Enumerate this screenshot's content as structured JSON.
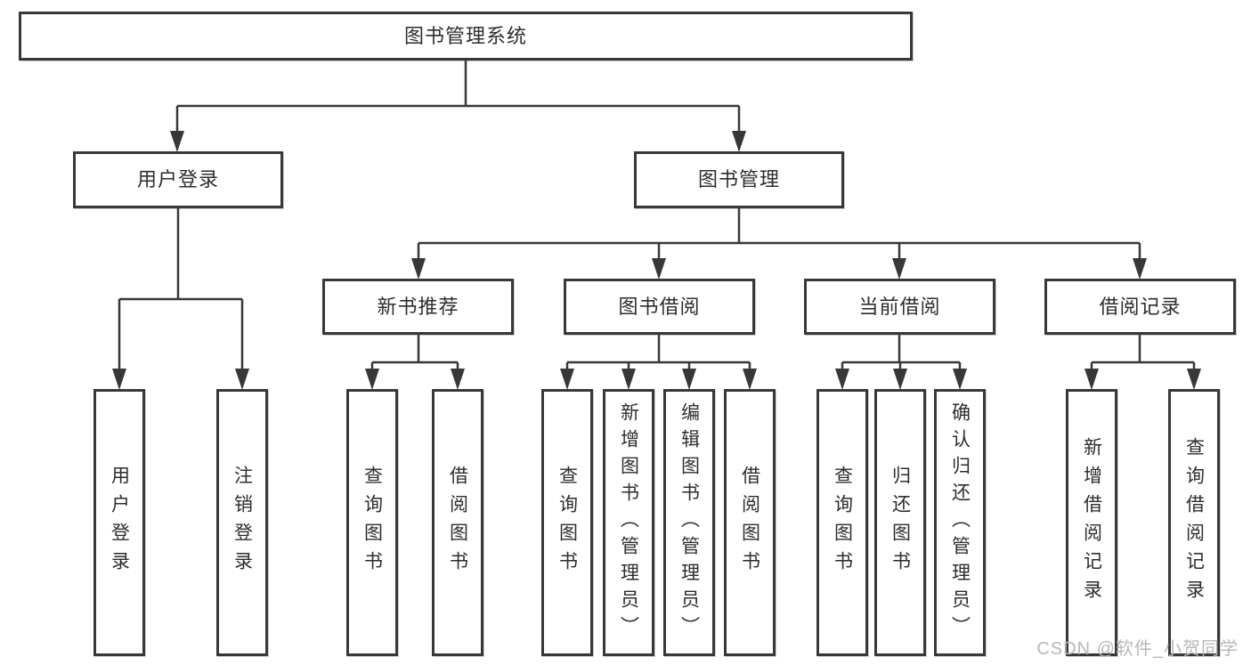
{
  "tree": {
    "label": "图书管理系统",
    "children": [
      {
        "label": "用户登录",
        "children": [
          {
            "label": "用户登录"
          },
          {
            "label": "注销登录"
          }
        ]
      },
      {
        "label": "图书管理",
        "children": [
          {
            "label": "新书推荐",
            "children": [
              {
                "label": "查询图书"
              },
              {
                "label": "借阅图书"
              }
            ]
          },
          {
            "label": "图书借阅",
            "children": [
              {
                "label": "查询图书"
              },
              {
                "label": "新增图书（管理员）"
              },
              {
                "label": "编辑图书（管理员）"
              },
              {
                "label": "借阅图书"
              }
            ]
          },
          {
            "label": "当前借阅",
            "children": [
              {
                "label": "查询图书"
              },
              {
                "label": "归还图书"
              },
              {
                "label": "确认归还（管理员）"
              }
            ]
          },
          {
            "label": "借阅记录",
            "children": [
              {
                "label": "新增借阅记录"
              },
              {
                "label": "查询借阅记录"
              }
            ]
          }
        ]
      }
    ]
  },
  "watermark": {
    "text": "CSDN @软件_小贺同学"
  },
  "colors": {
    "line": "#383838",
    "box_border": "#383838",
    "box_background": "#ffffff",
    "text": "#2d2d2d",
    "watermark": "#b7b7b7"
  }
}
